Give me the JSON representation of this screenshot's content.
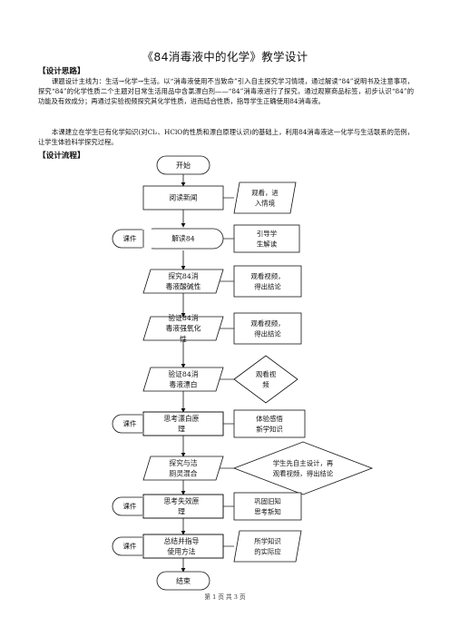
{
  "document": {
    "title": "《84消毒液中的化学》教学设计",
    "design_idea": {
      "heading": "【设计思路】",
      "paragraph1": "课题设计主线为：生活→化学→生活。以“消毒液使用不当致命”引入自主探究学习情境，通过解读“84”说明书及注意事项，探究“84”的化学性质二个主题对日常生活用品中含氯漂白剂——“84”消毒液进行了探究，通过观察商品标签，初步认识“84”的功能及有效成分；再通过实验视频探究其化学性质，进而结合性质，指导学生正确使用84消毒液。",
      "paragraph2": "本课建立在学生已有化学知识(对Cl₂、HClO的性质和漂白原理认识)的基础上，利用84消毒液这一化学与生活联系的范例，让学生体验科学探究过程。"
    },
    "design_flow": {
      "heading": "【设计流程】"
    },
    "footer": "第 1 页 共 3 页"
  },
  "flowchart": {
    "start": "开始",
    "end": "结束",
    "steps": [
      {
        "main": "阅读新闻",
        "courseware": "",
        "aside": "观看，进入情境"
      },
      {
        "main": "解读84",
        "courseware": "课件",
        "aside": "引导学生解读"
      },
      {
        "main": "探究84消毒液酸碱性",
        "courseware": "",
        "aside": "观看视频，得出结论"
      },
      {
        "main": "验证84消毒液强氧化性",
        "courseware": "",
        "aside": "观看视频，得出结论"
      },
      {
        "main": "验证84消毒液漂白",
        "courseware": "",
        "aside": "观看视频"
      },
      {
        "main": "思考漂白原理",
        "courseware": "课件",
        "aside": "体验感悟新学知识"
      },
      {
        "main": "探究与洁厕灵混合",
        "courseware": "",
        "aside": "学生先自主设计，再观看视频，得出结论"
      },
      {
        "main": "思考失效原理",
        "courseware": "课件",
        "aside": "巩固旧知思考新知"
      },
      {
        "main": "总结并指导使用方法",
        "courseware": "课件",
        "aside": "所学知识的实际应"
      }
    ]
  }
}
